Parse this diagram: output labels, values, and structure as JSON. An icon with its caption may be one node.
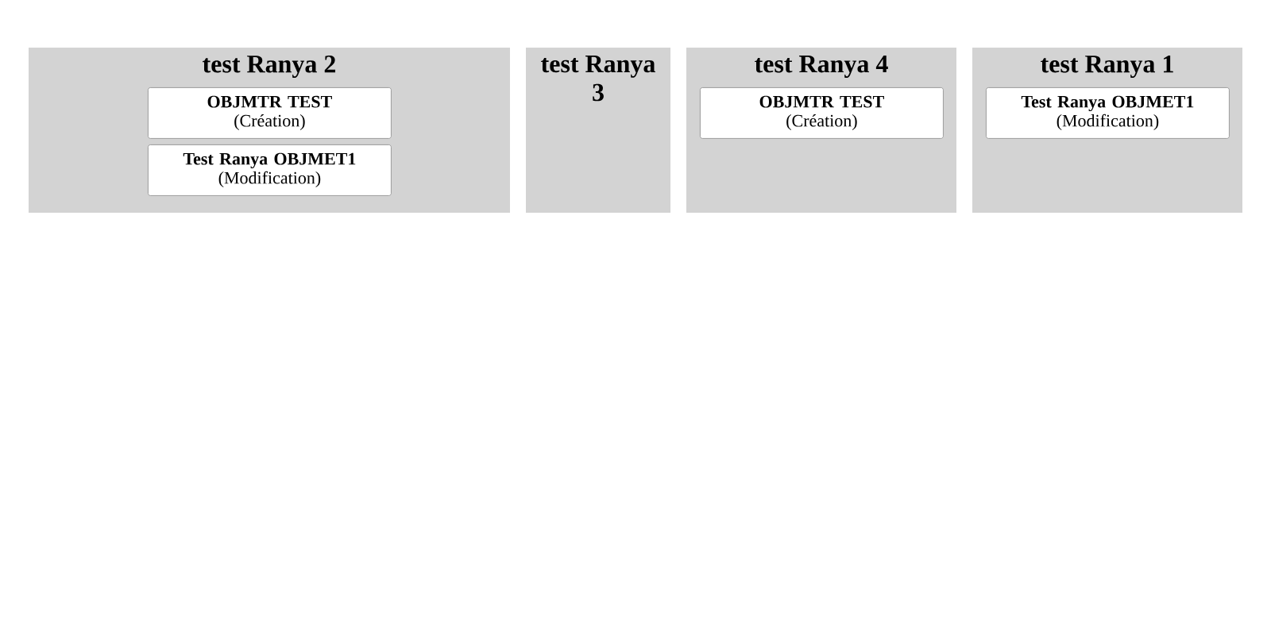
{
  "diagram": {
    "nodes": [
      {
        "text": [
          "test Ranya 2"
        ]
      },
      {
        "text": [
          "OBJMTR TEST",
          "(Création)"
        ],
        "in": 0
      },
      {
        "text": [
          "Test Ranya OBJMET1",
          "(Modification)"
        ],
        "in": 0
      },
      {
        "text": [
          "test Ranya 3"
        ]
      },
      {
        "text": [
          "test Ranya 4"
        ]
      },
      {
        "text": [
          "OBJMTR TEST",
          "(Création)"
        ],
        "in": 4
      },
      {
        "text": [
          "test Ranya 1"
        ]
      },
      {
        "text": [
          "Test Ranya OBJMET1",
          "(Modification)"
        ],
        "in": 6
      }
    ]
  }
}
